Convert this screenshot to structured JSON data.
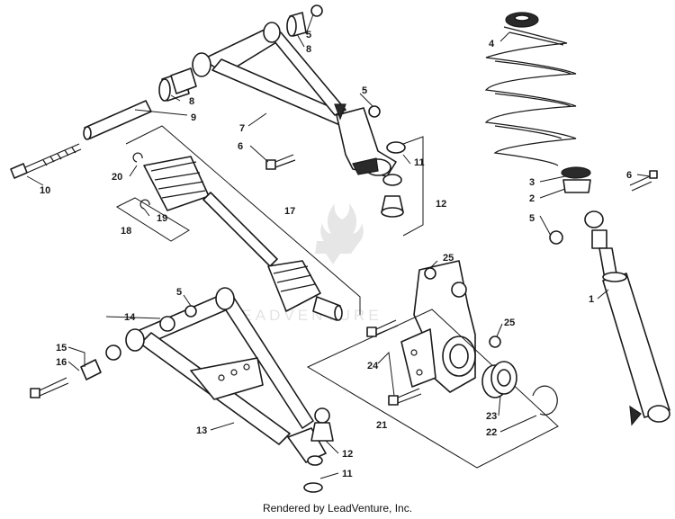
{
  "footer": "Rendered by LeadVenture, Inc.",
  "watermark": "LEADVENTURE",
  "callouts": [
    {
      "id": "1",
      "label": "1"
    },
    {
      "id": "2",
      "label": "2"
    },
    {
      "id": "3",
      "label": "3"
    },
    {
      "id": "4",
      "label": "4"
    },
    {
      "id": "5a",
      "label": "5"
    },
    {
      "id": "5b",
      "label": "5"
    },
    {
      "id": "5c",
      "label": "5"
    },
    {
      "id": "5d",
      "label": "5"
    },
    {
      "id": "6a",
      "label": "6"
    },
    {
      "id": "6b",
      "label": "6"
    },
    {
      "id": "7",
      "label": "7"
    },
    {
      "id": "8a",
      "label": "8"
    },
    {
      "id": "8b",
      "label": "8"
    },
    {
      "id": "9",
      "label": "9"
    },
    {
      "id": "10",
      "label": "10"
    },
    {
      "id": "11a",
      "label": "11"
    },
    {
      "id": "11b",
      "label": "11"
    },
    {
      "id": "12a",
      "label": "12"
    },
    {
      "id": "12b",
      "label": "12"
    },
    {
      "id": "13",
      "label": "13"
    },
    {
      "id": "14",
      "label": "14"
    },
    {
      "id": "15",
      "label": "15"
    },
    {
      "id": "16",
      "label": "16"
    },
    {
      "id": "17",
      "label": "17"
    },
    {
      "id": "18",
      "label": "18"
    },
    {
      "id": "19",
      "label": "19"
    },
    {
      "id": "20",
      "label": "20"
    },
    {
      "id": "21",
      "label": "21"
    },
    {
      "id": "22",
      "label": "22"
    },
    {
      "id": "23",
      "label": "23"
    },
    {
      "id": "24",
      "label": "24"
    },
    {
      "id": "25a",
      "label": "25"
    },
    {
      "id": "25b",
      "label": "25"
    }
  ]
}
